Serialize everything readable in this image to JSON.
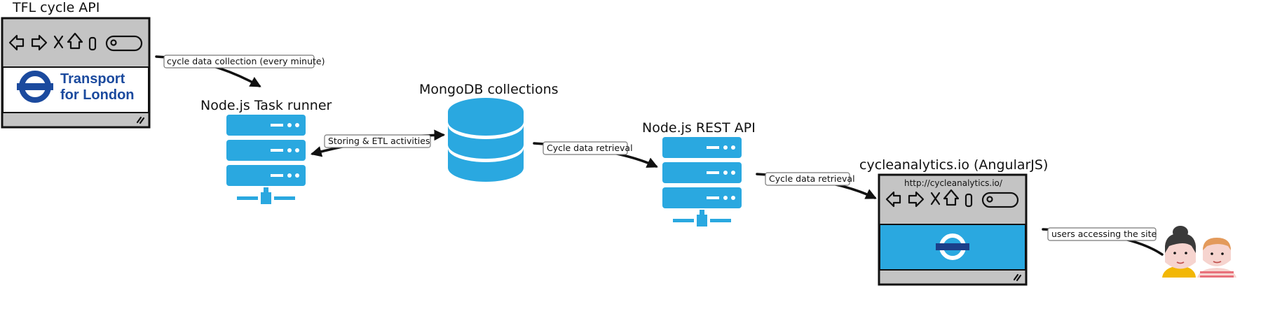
{
  "nodes": {
    "tfl_api": {
      "title": "TFL cycle API",
      "logo_line1": "Transport",
      "logo_line2": "for London"
    },
    "task_runner": {
      "title": "Node.js Task runner"
    },
    "mongodb": {
      "title": "MongoDB collections"
    },
    "rest_api": {
      "title": "Node.js REST API"
    },
    "webapp": {
      "title": "cycleanalytics.io (AngularJS)",
      "url": "http://cycleanalytics.io/"
    },
    "users": {
      "icon": "users-icon"
    }
  },
  "edges": [
    {
      "from": "tfl_api",
      "to": "task_runner",
      "label": "cycle data collection (every minute)"
    },
    {
      "from": "task_runner",
      "to": "mongodb",
      "label": "Storing & ETL activities",
      "bidirectional": true
    },
    {
      "from": "mongodb",
      "to": "rest_api",
      "label": "Cycle data retrieval"
    },
    {
      "from": "rest_api",
      "to": "webapp",
      "label": "Cycle data retrieval"
    },
    {
      "from": "users",
      "to": "webapp",
      "label": "users accessing the site"
    }
  ],
  "colors": {
    "server_blue": "#2aa8e0",
    "tfl_blue": "#1b4a9e",
    "browser_gray": "#c4c4c4"
  }
}
